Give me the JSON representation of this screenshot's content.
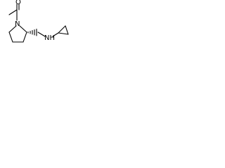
{
  "structure": {
    "atoms": {
      "carbonyl_oxygen": "O",
      "ring_nitrogen": "N",
      "amine_group": "NH"
    },
    "colors": {
      "bond": "#000000",
      "label": "#000000",
      "background": "#ffffff"
    },
    "stereo_center": "wedge-bond"
  }
}
